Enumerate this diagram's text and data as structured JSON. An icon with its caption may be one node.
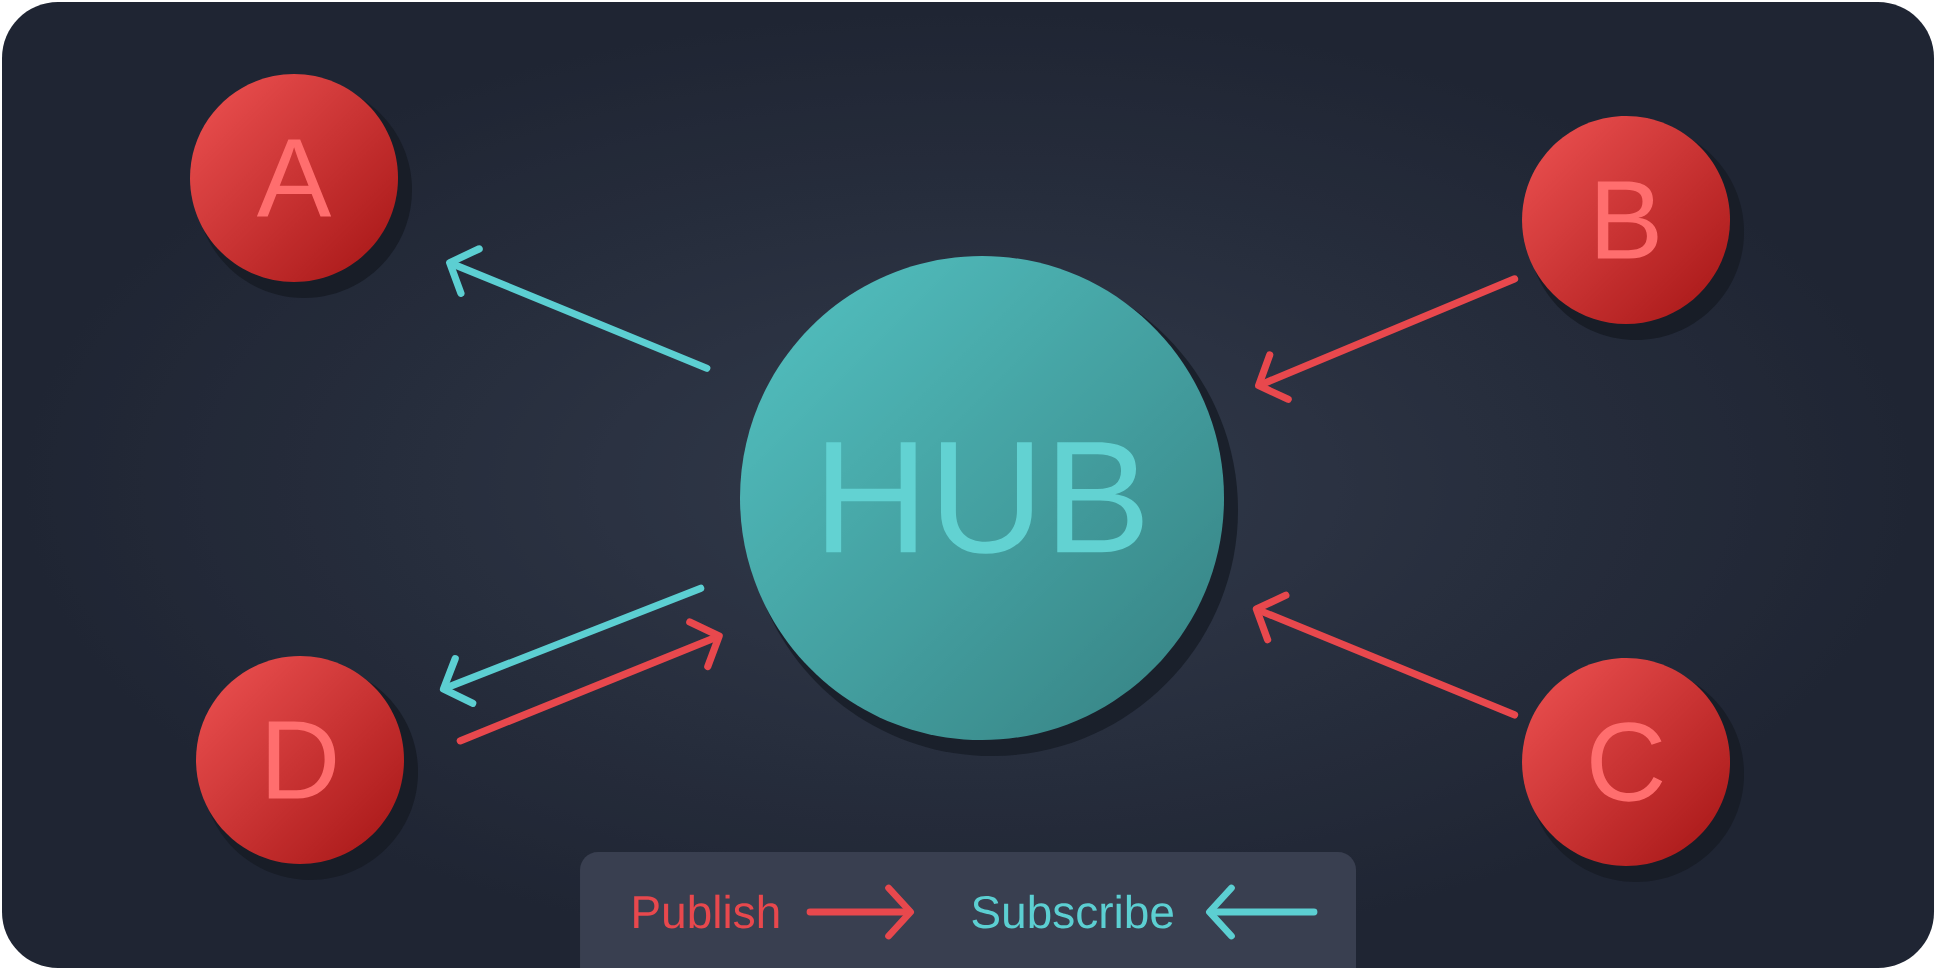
{
  "diagram": {
    "nodes": [
      {
        "text": [
          "A"
        ]
      },
      {
        "text": [
          "B"
        ]
      },
      {
        "text": [
          "HUB"
        ]
      },
      {
        "text": [
          "D"
        ]
      },
      {
        "text": [
          "C"
        ]
      }
    ],
    "edges": [
      {
        "from": 2,
        "to": 0,
        "arrow": "to",
        "color": "#5ccfd2"
      },
      {
        "from": 1,
        "to": 2,
        "arrow": "to"
      },
      {
        "from": 2,
        "to": 3,
        "arrow": "to",
        "color": "#5ccfd2"
      },
      {
        "from": 3,
        "to": 2,
        "arrow": "to"
      },
      {
        "from": 4,
        "to": 2,
        "arrow": "to"
      }
    ],
    "legend": [
      {
        "text": "Publish"
      },
      {
        "text": "Subscribe"
      }
    ]
  }
}
